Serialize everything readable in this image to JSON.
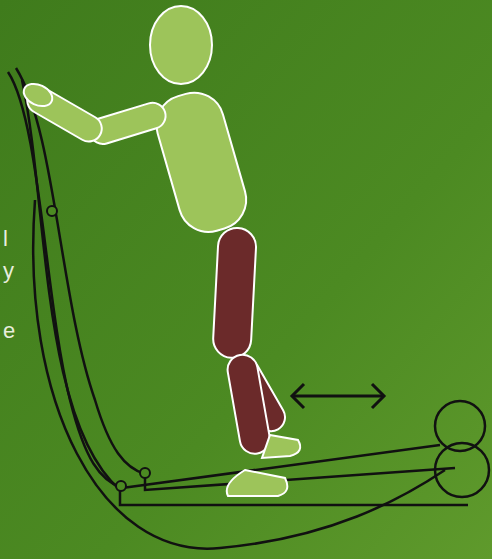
{
  "diagram": {
    "labels": [
      "l",
      "y",
      "e"
    ]
  }
}
